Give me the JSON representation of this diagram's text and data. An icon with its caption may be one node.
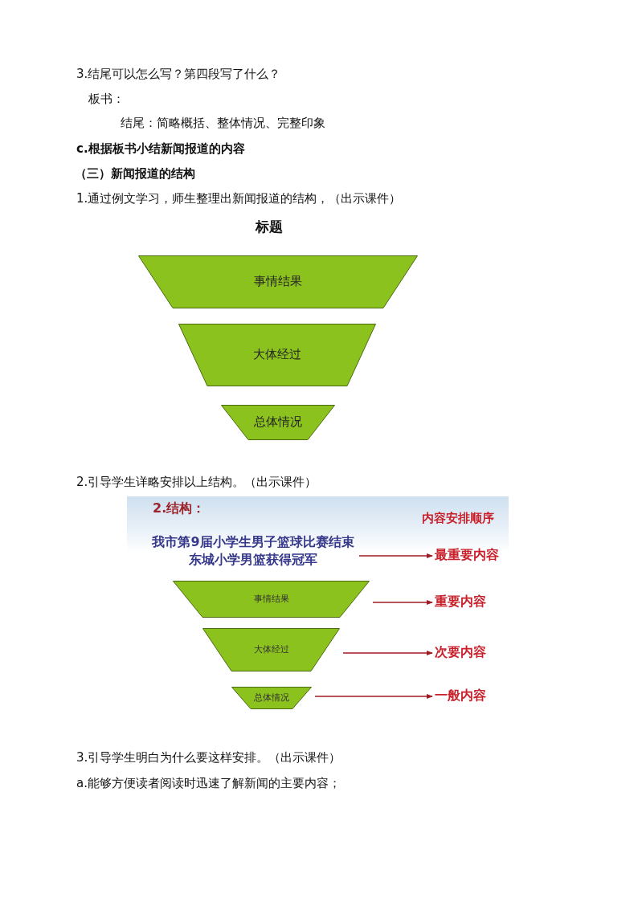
{
  "diagram": {
    "nodes": [
      {
        "text": [
          "事情结果"
        ]
      },
      {
        "text": [
          "大体经过"
        ]
      },
      {
        "text": [
          "总体情况"
        ]
      },
      {
        "text": [
          "我市第9届小学生男子篮球比赛结束东城小学男篮获得冠军"
        ]
      },
      {
        "text": [
          "事情结果"
        ]
      },
      {
        "text": [
          "大体经过"
        ]
      },
      {
        "text": [
          "总体情况"
        ]
      },
      {
        "text": [
          "最重要内容"
        ]
      },
      {
        "text": [
          "重要内容"
        ]
      },
      {
        "text": [
          "次要内容"
        ]
      },
      {
        "text": [
          "一般内容"
        ]
      }
    ],
    "edges": [
      {
        "from": 3,
        "to": 7,
        "arrow": "to"
      },
      {
        "from": 4,
        "to": 8,
        "arrow": "to"
      },
      {
        "from": 5,
        "to": 9,
        "arrow": "to"
      },
      {
        "from": 6,
        "to": 10,
        "arrow": "to"
      }
    ],
    "labels": [
      "3.结尾可以怎么写？第四段写了什么？",
      "板书：",
      "结尾：简略概括、整体情况、完整印象",
      "c.根据板书小结新闻报道的内容",
      "（三）新闻报道的结构",
      "1.通过例文学习，师生整理出新闻报道的结构，（出示课件）",
      "标题",
      "2.引导学生详略安排以上结构。（出示课件）",
      "2.结构：",
      "内容安排顺序",
      "3.引导学生明白为什么要这样安排。（出示课件）",
      "a.能够方便读者阅读时迅速了解新闻的主要内容；"
    ]
  }
}
